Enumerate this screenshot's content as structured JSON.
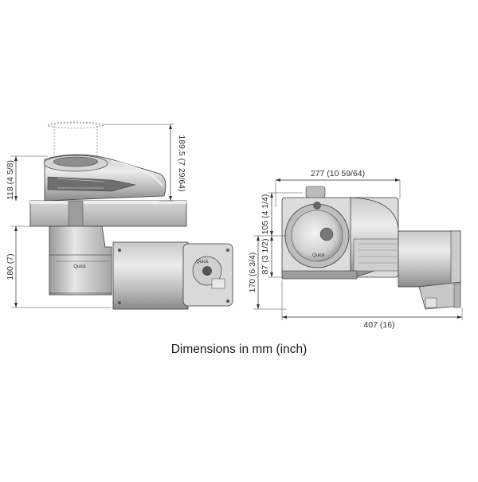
{
  "caption": "Dimensions in mm (inch)",
  "side_view": {
    "dim_overall_height": "189,5 (7 29/64)",
    "dim_above_deck": "118 (4 5/8)",
    "dim_below_deck": "180 (7)",
    "motor_brand": "Quick"
  },
  "front_view": {
    "dim_width_top": "277 (10 59/64)",
    "dim_upper": "105 (4 1/4)",
    "dim_mid": "87 (3 1/2)",
    "dim_total": "170 (6 3/4)",
    "dim_length": "407 (16)",
    "gypsy_brand": "Quick"
  },
  "colors": {
    "body_light": "#dcdcdc",
    "body_mid": "#b8b8b8",
    "body_dark": "#7e7e7e",
    "outline": "#3a3a3a"
  }
}
